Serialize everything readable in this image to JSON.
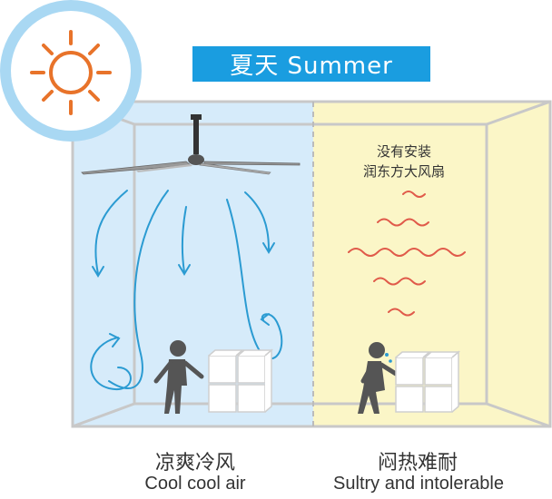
{
  "header": {
    "title": "夏天  Summer"
  },
  "left_panel": {
    "zh_caption": "凉爽冷风",
    "en_caption": "Cool cool air"
  },
  "right_panel": {
    "note_line1": "没有安装",
    "note_line2": "润东方大风扇",
    "zh_caption": "闷热难耐",
    "en_caption": "Sultry and intolerable"
  },
  "colors": {
    "cool_bg": "#d6ebfa",
    "warm_bg": "#fbf6c7",
    "room_line": "#c8c8c8",
    "airflow": "#2b9bd2",
    "heat_wave": "#e05a4a",
    "sun": "#e8732a",
    "sun_ring": "#a9d8f3",
    "figure": "#555555",
    "title_bg": "#1a9de0"
  },
  "icons": [
    "sun-icon",
    "ceiling-fan-icon",
    "person-icon",
    "sweating-person-icon",
    "box-stack-icon"
  ]
}
